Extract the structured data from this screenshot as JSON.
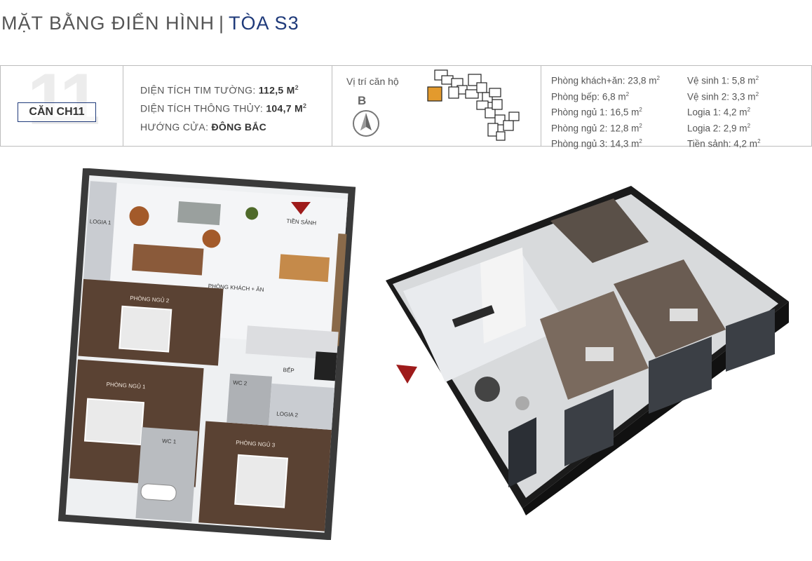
{
  "header": {
    "title_main": "MẶT BẰNG ĐIỂN HÌNH",
    "separator": "|",
    "title_tower": "TÒA S3"
  },
  "unit": {
    "number": "11",
    "badge": "CĂN CH11",
    "area_wall_label": "DIỆN TÍCH TIM TƯỜNG:",
    "area_wall_value": "112,5 M",
    "area_clear_label": "DIỆN TÍCH THÔNG THỦY:",
    "area_clear_value": "104,7 M",
    "area_unit_sup": "2",
    "door_label": "HƯỚNG CỬA:",
    "door_value": "ĐÔNG BẮC"
  },
  "location": {
    "label": "Vị trí căn hộ",
    "compass_letter": "B"
  },
  "rooms_left": [
    {
      "text": "Phòng khách+ăn: 23,8 m",
      "sup": "2"
    },
    {
      "text": "Phòng bếp: 6,8 m",
      "sup": "2"
    },
    {
      "text": "Phòng ngủ 1: 16,5 m",
      "sup": "2"
    },
    {
      "text": "Phòng ngủ 2: 12,8 m",
      "sup": "2"
    },
    {
      "text": "Phòng ngủ 3: 14,3 m",
      "sup": "2"
    }
  ],
  "rooms_right": [
    {
      "text": "Vệ sinh 1: 5,8 m",
      "sup": "2"
    },
    {
      "text": "Vệ sinh 2: 3,3 m",
      "sup": "2"
    },
    {
      "text": "Logia 1: 4,2 m",
      "sup": "2"
    },
    {
      "text": "Logia 2: 2,9 m",
      "sup": "2"
    },
    {
      "text": "Tiền sảnh: 4,2 m",
      "sup": "2"
    }
  ],
  "plan_labels": {
    "logia1": "LOGIA 1",
    "tien_sanh": "TIỀN SẢNH",
    "khach_an": "PHÒNG KHÁCH + ĂN",
    "ngu2": "PHÒNG NGỦ 2",
    "bep": "BẾP",
    "wc2": "WC 2",
    "logia2": "LOGIA 2",
    "ngu1": "PHÒNG NGỦ 1",
    "wc1": "WC 1",
    "ngu3": "PHÒNG NGỦ 3"
  },
  "colors": {
    "brand_blue": "#1f3a7a",
    "marker_red": "#9e1b1b",
    "wood_dark": "#5a4233"
  }
}
